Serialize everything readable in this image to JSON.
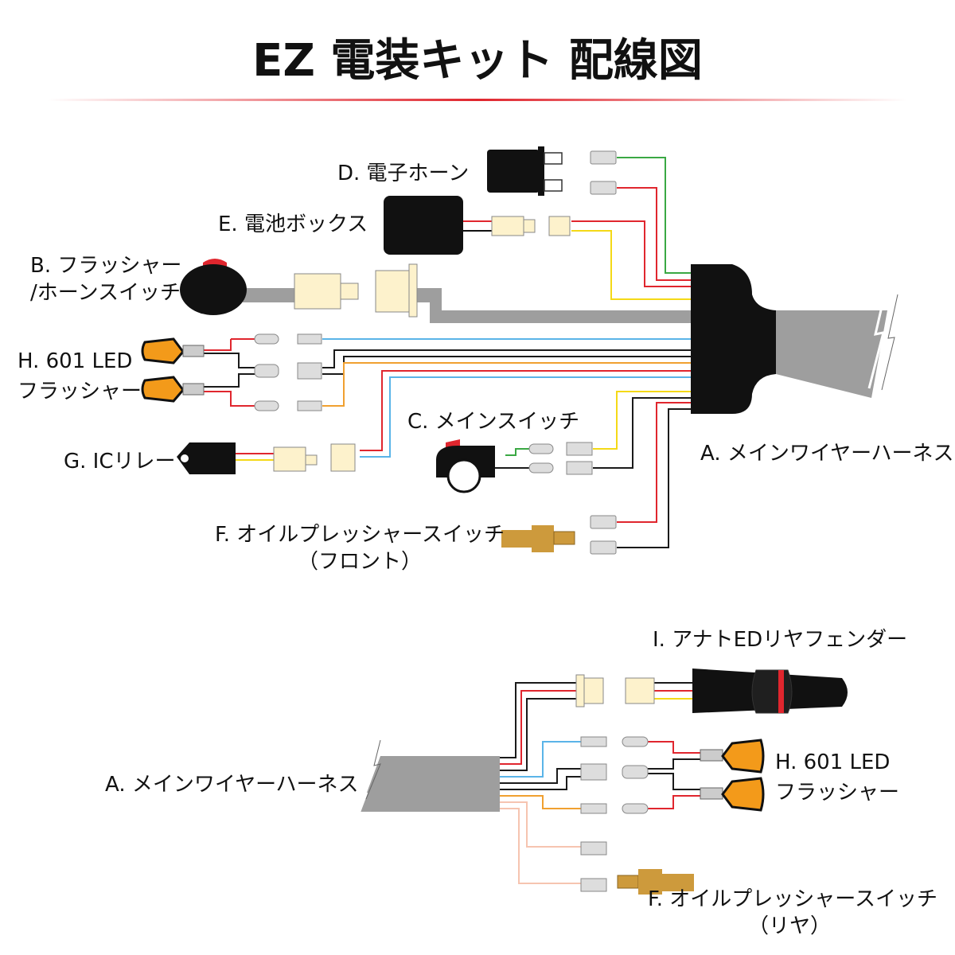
{
  "title": "EZ 電装キット 配線図",
  "colors": {
    "accent": "#e0262e",
    "harness": "#9e9e9e",
    "connector": "#fdf2cc",
    "amber": "#f39a1a",
    "brass": "#cd9a3c",
    "wire_red": "#e0262e",
    "wire_green": "#3aa844",
    "wire_yellow": "#f4d917",
    "wire_blue": "#5ab4e8",
    "wire_orange": "#f0a030",
    "wire_black": "#1a1a1a",
    "wire_pink": "#f6c4b0"
  },
  "labels": {
    "horn": "D. 電子ホーン",
    "battery": "E. 電池ボックス",
    "flasher_switch_1": "B. フラッシャー",
    "flasher_switch_2": "/ホーンスイッチ",
    "led_flasher_1": "H. 601 LED",
    "led_flasher_2": "フラッシャー",
    "main_switch": "C. メインスイッチ",
    "ic_relay": "G. ICリレー",
    "main_harness": "A. メインワイヤーハーネス",
    "oil_front_1": "F. オイルプレッシャースイッチ",
    "oil_front_2": "（フロント）",
    "rear_fender": "I. アナトEDリヤフェンダー",
    "main_harness_rear": "A. メインワイヤーハーネス",
    "led_flasher_rear_1": "H. 601 LED",
    "led_flasher_rear_2": "フラッシャー",
    "oil_rear_1": "F. オイルプレッシャースイッチ",
    "oil_rear_2": "（リヤ）"
  }
}
